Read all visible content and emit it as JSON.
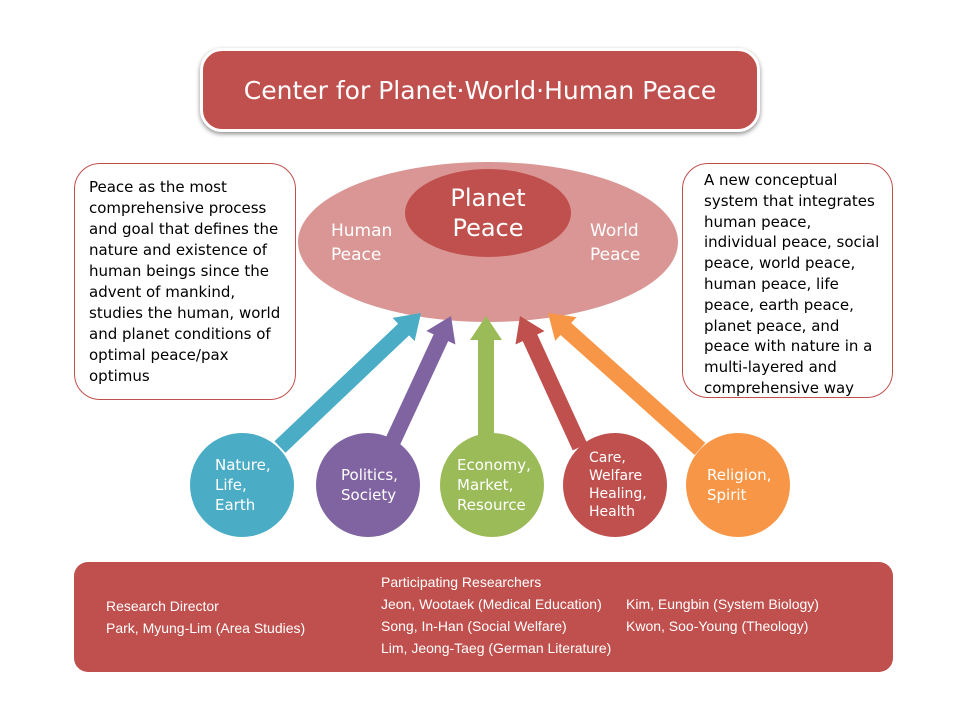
{
  "title": "Center for Planet·World·Human Peace",
  "left_note": "Peace as the most comprehensive process and goal that defines the nature and existence of human beings since the advent of mankind, studies the human, world and planet conditions of optimal peace/pax optimus",
  "right_note": "A new conceptual system that integrates human peace, individual peace, social peace, world peace, human peace, life peace, earth peace, planet peace, and peace with nature in a multi-layered and comprehensive way",
  "center": {
    "main": "Planet Peace",
    "left": "Human Peace",
    "right": "World Peace"
  },
  "domains": [
    {
      "label": "Nature, Life, Earth",
      "color": "#4bacc6"
    },
    {
      "label": "Politics, Society",
      "color": "#8064a2"
    },
    {
      "label": "Economy, Market, Resource",
      "color": "#9bbb59"
    },
    {
      "label": "Care, Welfare Healing, Health",
      "color": "#c0504d"
    },
    {
      "label": "Religion, Spirit",
      "color": "#f79646"
    }
  ],
  "team": {
    "director_heading": "Research Director",
    "director": "Park, Myung-Lim (Area Studies)",
    "researchers_heading": "Participating Researchers",
    "researchers": [
      "Jeon, Wootaek (Medical Education)",
      "Kim, Eungbin (System Biology)",
      "Song, In-Han (Social Welfare)",
      "Kwon, Soo-Young (Theology)",
      "Lim, Jeong-Taeg (German Literature)"
    ]
  }
}
